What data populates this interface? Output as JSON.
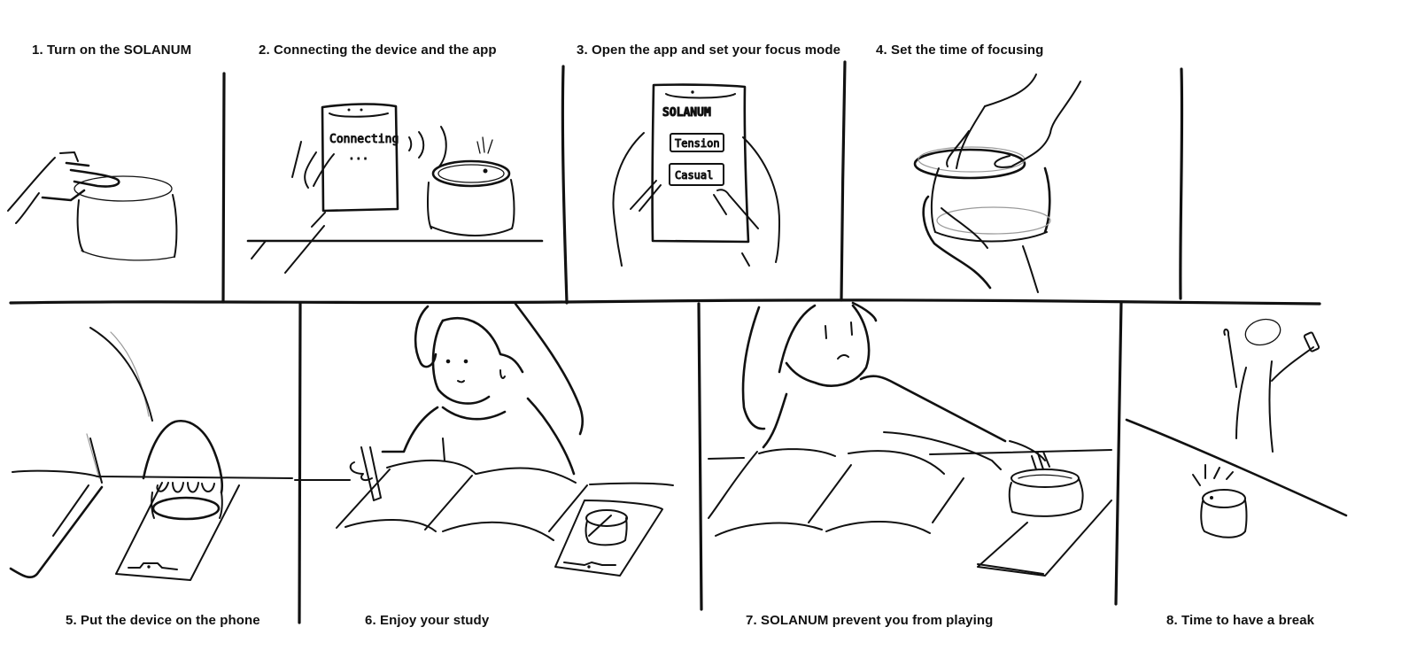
{
  "storyboard": {
    "panels": [
      {
        "step": 1,
        "caption": "1. Turn on the SOLANUM"
      },
      {
        "step": 2,
        "caption": "2. Connecting the device and the app",
        "phone_screen_text": "Connecting",
        "phone_screen_dots": "..."
      },
      {
        "step": 3,
        "caption": "3. Open the app and set your focus mode",
        "app_title": "SOLANUM",
        "mode_options": [
          "Tension",
          "Casual"
        ]
      },
      {
        "step": 4,
        "caption": "4. Set the time of focusing"
      },
      {
        "step": 5,
        "caption": "5. Put the device on the phone"
      },
      {
        "step": 6,
        "caption": "6. Enjoy your study"
      },
      {
        "step": 7,
        "caption": "7. SOLANUM  prevent you from playing"
      },
      {
        "step": 8,
        "caption": "8. Time to have a break"
      }
    ]
  }
}
